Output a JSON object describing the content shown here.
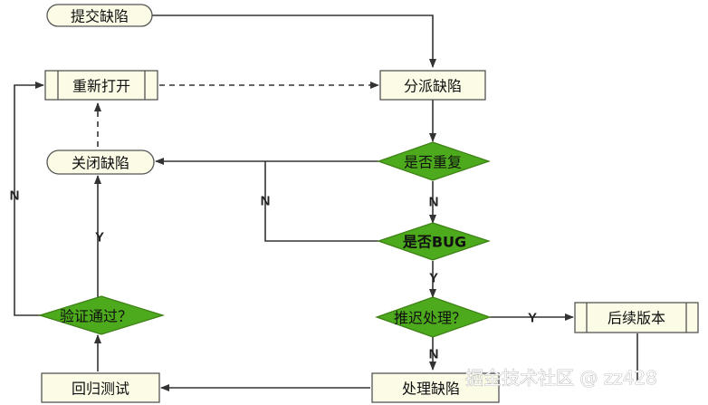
{
  "nodes": {
    "submit": "提交缺陷",
    "assign": "分派缺陷",
    "reopen": "重新打开",
    "close": "关闭缺陷",
    "is_duplicate": "是否重复",
    "is_bug": "是否BUG",
    "defer": "推迟处理？",
    "later_version": "后续版本",
    "verify": "验证通过？",
    "regression": "回归测试",
    "handle": "处理缺陷"
  },
  "edges": {
    "no_left": "N",
    "yes_left": "Y",
    "no_dup": "N",
    "no_path": "N",
    "yes_bug": "Y",
    "yes_defer": "Y",
    "no_defer": "N"
  },
  "watermark": "掘金技术社区 @ zz428",
  "colors": {
    "terminal_fill": "#fbfbe6",
    "process_fill": "#fbfbe6",
    "decision_fill": "#4caa1c",
    "line": "#333333"
  }
}
